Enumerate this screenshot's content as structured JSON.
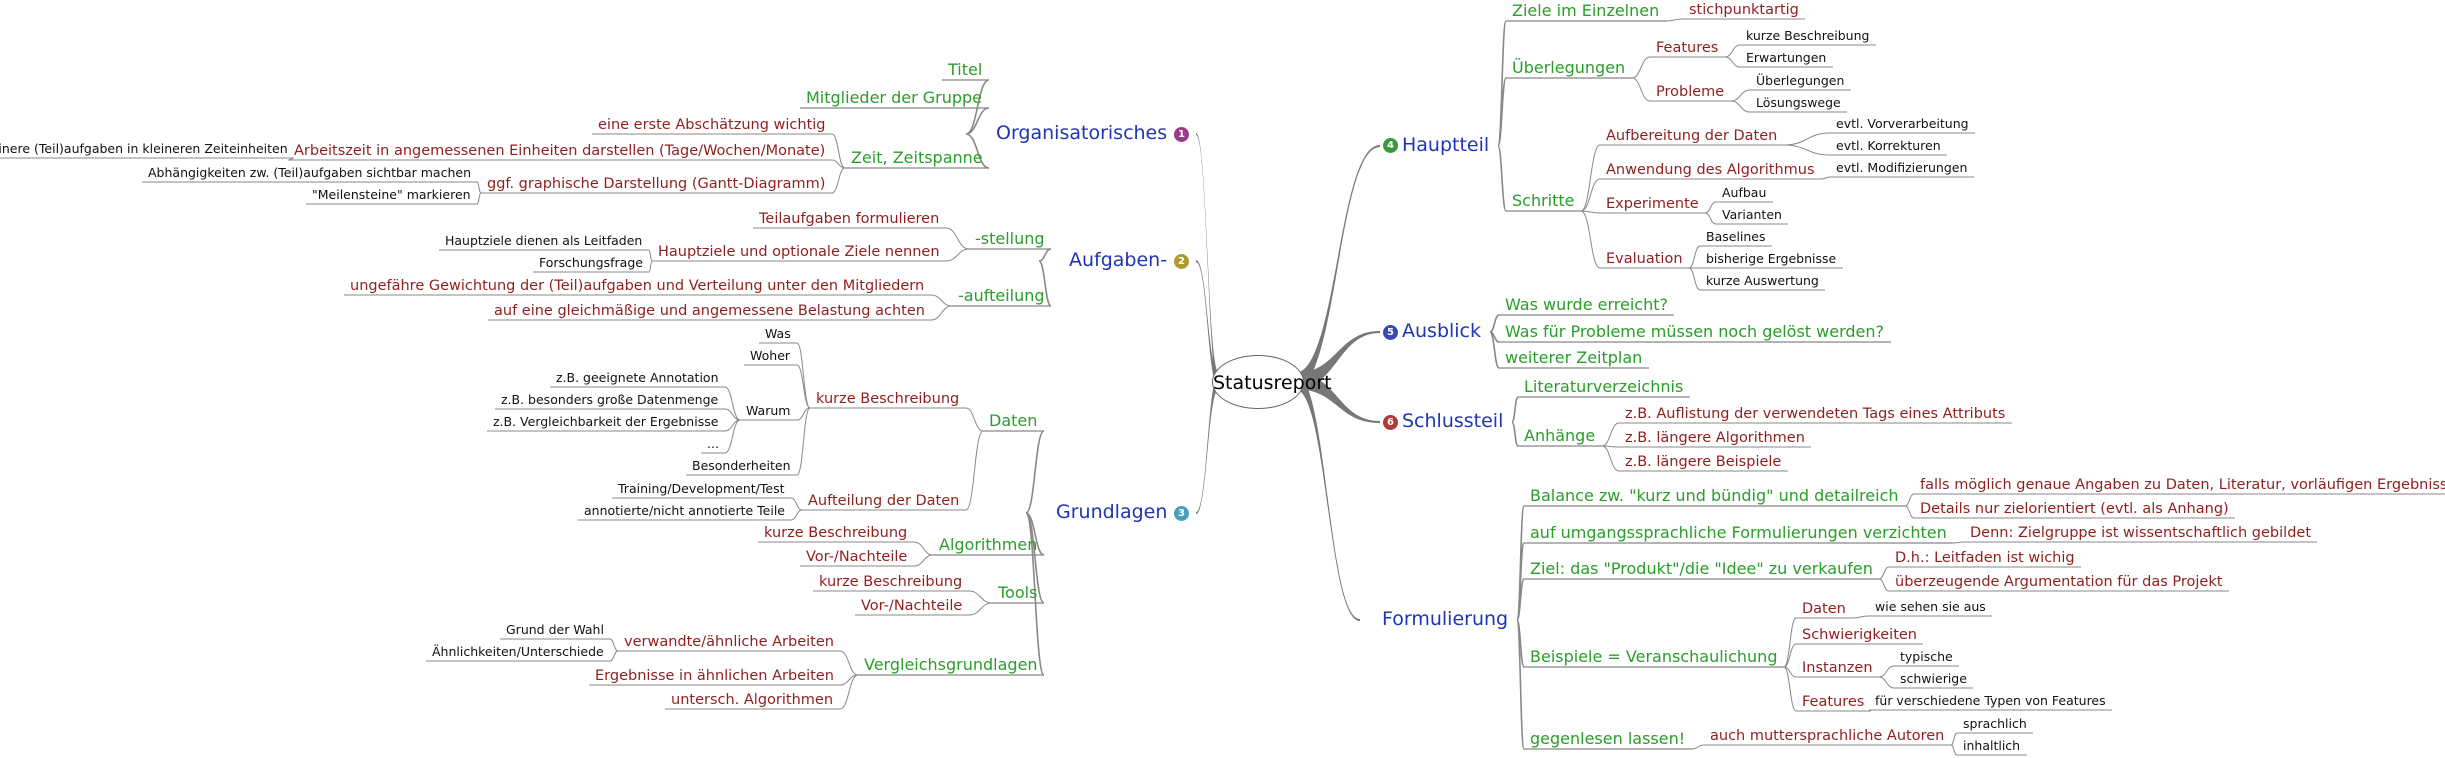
{
  "root": "Statusreport",
  "colors": {
    "l1": "#1f35b5",
    "l2": "#2a9d2a",
    "l3": "#8f1f1f",
    "l4": "#111111",
    "branch": "#888888"
  },
  "badges": [
    {
      "id": "hauptteil",
      "text": "4",
      "color": "#3a9a3a"
    },
    {
      "id": "organisatorisches",
      "text": "1",
      "color": "#9a3a8a"
    },
    {
      "id": "aufgaben",
      "text": "2",
      "color": "#b09a30"
    },
    {
      "id": "grundlagen",
      "text": "3",
      "color": "#4aa0b8"
    },
    {
      "id": "ausblick",
      "text": "5",
      "color": "#3a4ab0"
    },
    {
      "id": "schlussteil",
      "text": "6",
      "color": "#b03a3a"
    }
  ],
  "nodes": [
    {
      "id": "hauptteil",
      "text": "Hauptteil",
      "lvl": 1
    },
    {
      "id": "h_ziele",
      "text": "Ziele im Einzelnen",
      "lvl": 2
    },
    {
      "id": "h_ziele_stich",
      "text": "stichpunktartig",
      "lvl": 3
    },
    {
      "id": "h_ueber",
      "text": "Überlegungen",
      "lvl": 2
    },
    {
      "id": "h_features",
      "text": "Features",
      "lvl": 3
    },
    {
      "id": "h_kurz",
      "text": "kurze Beschreibung",
      "lvl": 4
    },
    {
      "id": "h_erw",
      "text": "Erwartungen",
      "lvl": 4
    },
    {
      "id": "h_probleme",
      "text": "Probleme",
      "lvl": 3
    },
    {
      "id": "h_ueber2",
      "text": "Überlegungen",
      "lvl": 4
    },
    {
      "id": "h_loes",
      "text": "Lösungswege",
      "lvl": 4
    },
    {
      "id": "h_schritte",
      "text": "Schritte",
      "lvl": 2
    },
    {
      "id": "h_aufb",
      "text": "Aufbereitung der Daten",
      "lvl": 3
    },
    {
      "id": "h_vorver",
      "text": "evtl. Vorverarbeitung",
      "lvl": 4
    },
    {
      "id": "h_korr",
      "text": "evtl. Korrekturen",
      "lvl": 4
    },
    {
      "id": "h_anw",
      "text": "Anwendung des Algorithmus",
      "lvl": 3
    },
    {
      "id": "h_mod",
      "text": "evtl. Modifizierungen",
      "lvl": 4
    },
    {
      "id": "h_exp",
      "text": "Experimente",
      "lvl": 3
    },
    {
      "id": "h_aufbau",
      "text": "Aufbau",
      "lvl": 4
    },
    {
      "id": "h_var",
      "text": "Varianten",
      "lvl": 4
    },
    {
      "id": "h_eval",
      "text": "Evaluation",
      "lvl": 3
    },
    {
      "id": "h_base",
      "text": "Baselines",
      "lvl": 4
    },
    {
      "id": "h_bish",
      "text": "bisherige Ergebnisse",
      "lvl": 4
    },
    {
      "id": "h_kausw",
      "text": "kurze Auswertung",
      "lvl": 4
    },
    {
      "id": "ausblick",
      "text": "Ausblick",
      "lvl": 1
    },
    {
      "id": "a_err",
      "text": "Was wurde erreicht?",
      "lvl": 2
    },
    {
      "id": "a_prob",
      "text": "Was für Probleme müssen noch gelöst werden?",
      "lvl": 2
    },
    {
      "id": "a_zeit",
      "text": "weiterer Zeitplan",
      "lvl": 2
    },
    {
      "id": "schlussteil",
      "text": "Schlussteil",
      "lvl": 1
    },
    {
      "id": "s_lit",
      "text": "Literaturverzeichnis",
      "lvl": 2
    },
    {
      "id": "s_anh",
      "text": "Anhänge",
      "lvl": 2
    },
    {
      "id": "s_tags",
      "text": "z.B. Auflistung der verwendeten Tags eines Attributs",
      "lvl": 3
    },
    {
      "id": "s_alg",
      "text": "z.B. längere Algorithmen",
      "lvl": 3
    },
    {
      "id": "s_beisp",
      "text": "z.B. längere Beispiele",
      "lvl": 3
    },
    {
      "id": "formulierung",
      "text": "Formulierung",
      "lvl": 1
    },
    {
      "id": "f_bal",
      "text": "Balance zw. \"kurz und bündig\" und detailreich",
      "lvl": 2
    },
    {
      "id": "f_bal1",
      "text": "falls möglich genaue Angaben zu Daten, Literatur, vorläufigen Ergebnissen",
      "lvl": 3
    },
    {
      "id": "f_bal2",
      "text": "Details nur zielorientiert (evtl. als Anhang)",
      "lvl": 3
    },
    {
      "id": "f_umg",
      "text": "auf umgangssprachliche Formulierungen verzichten",
      "lvl": 2
    },
    {
      "id": "f_umg1",
      "text": "Denn: Zielgruppe ist wissentschaftlich gebildet",
      "lvl": 3
    },
    {
      "id": "f_ziel",
      "text": "Ziel: das \"Produkt\"/die \"Idee\" zu verkaufen",
      "lvl": 2
    },
    {
      "id": "f_ziel1",
      "text": "D.h.: Leitfaden ist wichig",
      "lvl": 3
    },
    {
      "id": "f_ziel2",
      "text": "überzeugende Argumentation für das Projekt",
      "lvl": 3
    },
    {
      "id": "f_beisp",
      "text": "Beispiele = Veranschaulichung",
      "lvl": 2
    },
    {
      "id": "f_daten",
      "text": "Daten",
      "lvl": 3
    },
    {
      "id": "f_wie",
      "text": "wie sehen sie aus",
      "lvl": 4
    },
    {
      "id": "f_schw",
      "text": "Schwierigkeiten",
      "lvl": 3
    },
    {
      "id": "f_inst",
      "text": "Instanzen",
      "lvl": 3
    },
    {
      "id": "f_typ",
      "text": "typische",
      "lvl": 4
    },
    {
      "id": "f_schwierig",
      "text": "schwierige",
      "lvl": 4
    },
    {
      "id": "f_feat",
      "text": "Features",
      "lvl": 3
    },
    {
      "id": "f_verschied",
      "text": "für verschiedene Typen von Features",
      "lvl": 4
    },
    {
      "id": "f_gegen",
      "text": "gegenlesen lassen!",
      "lvl": 2
    },
    {
      "id": "f_mutter",
      "text": "auch muttersprachliche Autoren",
      "lvl": 3
    },
    {
      "id": "f_sprach",
      "text": "sprachlich",
      "lvl": 4
    },
    {
      "id": "f_inhalt",
      "text": "inhaltlich",
      "lvl": 4
    },
    {
      "id": "organisatorisches",
      "text": "Organisatorisches",
      "lvl": 1
    },
    {
      "id": "o_titel",
      "text": "Titel",
      "lvl": 2
    },
    {
      "id": "o_mitgl",
      "text": "Mitglieder der Gruppe",
      "lvl": 2
    },
    {
      "id": "o_zeit",
      "text": "Zeit, Zeitspanne",
      "lvl": 2
    },
    {
      "id": "o_absch",
      "text": "eine erste Abschätzung wichtig",
      "lvl": 3
    },
    {
      "id": "o_arbeits",
      "text": "Arbeitszeit in angemessenen Einheiten darstellen (Tage/Wochen/Monate)",
      "lvl": 3
    },
    {
      "id": "o_klein",
      "text": "kleinere (Teil)aufgaben in kleineren Zeiteinheiten",
      "lvl": 4
    },
    {
      "id": "o_gantt",
      "text": "ggf. graphische Darstellung (Gantt-Diagramm)",
      "lvl": 3
    },
    {
      "id": "o_abh",
      "text": "Abhängigkeiten zw. (Teil)aufgaben sichtbar machen",
      "lvl": 4
    },
    {
      "id": "o_meil",
      "text": "\"Meilensteine\" markieren",
      "lvl": 4
    },
    {
      "id": "aufgaben",
      "text": "Aufgaben-",
      "lvl": 1
    },
    {
      "id": "au_stell",
      "text": "-stellung",
      "lvl": 2
    },
    {
      "id": "au_teil",
      "text": "Teilaufgaben formulieren",
      "lvl": 3
    },
    {
      "id": "au_haupt",
      "text": "Hauptziele und optionale Ziele nennen",
      "lvl": 3
    },
    {
      "id": "au_leit",
      "text": "Hauptziele dienen als Leitfaden",
      "lvl": 4
    },
    {
      "id": "au_forsch",
      "text": "Forschungsfrage",
      "lvl": 4
    },
    {
      "id": "au_aufteil",
      "text": "-aufteilung",
      "lvl": 2
    },
    {
      "id": "au_gew",
      "text": "ungefähre Gewichtung der (Teil)aufgaben und Verteilung unter den Mitgliedern",
      "lvl": 3
    },
    {
      "id": "au_gleich",
      "text": "auf eine gleichmäßige und angemessene Belastung achten",
      "lvl": 3
    },
    {
      "id": "grundlagen",
      "text": "Grundlagen",
      "lvl": 1
    },
    {
      "id": "g_daten",
      "text": "Daten",
      "lvl": 2
    },
    {
      "id": "g_kurz",
      "text": "kurze Beschreibung",
      "lvl": 3
    },
    {
      "id": "g_was",
      "text": "Was",
      "lvl": 4
    },
    {
      "id": "g_woher",
      "text": "Woher",
      "lvl": 4
    },
    {
      "id": "g_warum",
      "text": "Warum",
      "lvl": 4
    },
    {
      "id": "g_annot",
      "text": "z.B. geeignete Annotation",
      "lvl": 4
    },
    {
      "id": "g_gross",
      "text": "z.B. besonders große Datenmenge",
      "lvl": 4
    },
    {
      "id": "g_vergl",
      "text": "z.B. Vergleichbarkeit der Ergebnisse",
      "lvl": 4
    },
    {
      "id": "g_dots",
      "text": "...",
      "lvl": 4
    },
    {
      "id": "g_bes",
      "text": "Besonderheiten",
      "lvl": 4
    },
    {
      "id": "g_aufteil",
      "text": "Aufteilung der Daten",
      "lvl": 3
    },
    {
      "id": "g_train",
      "text": "Training/Development/Test",
      "lvl": 4
    },
    {
      "id": "g_annot2",
      "text": "annotierte/nicht annotierte Teile",
      "lvl": 4
    },
    {
      "id": "g_alg",
      "text": "Algorithmen",
      "lvl": 2
    },
    {
      "id": "g_alg_kurz",
      "text": "kurze Beschreibung",
      "lvl": 3
    },
    {
      "id": "g_alg_vor",
      "text": "Vor-/Nachteile",
      "lvl": 3
    },
    {
      "id": "g_tools",
      "text": "Tools",
      "lvl": 2
    },
    {
      "id": "g_tools_kurz",
      "text": "kurze Beschreibung",
      "lvl": 3
    },
    {
      "id": "g_tools_vor",
      "text": "Vor-/Nachteile",
      "lvl": 3
    },
    {
      "id": "g_vg",
      "text": "Vergleichsgrundlagen",
      "lvl": 2
    },
    {
      "id": "g_verw",
      "text": "verwandte/ähnliche Arbeiten",
      "lvl": 3
    },
    {
      "id": "g_grund",
      "text": "Grund der Wahl",
      "lvl": 4
    },
    {
      "id": "g_aehn",
      "text": "Ähnlichkeiten/Unterschiede",
      "lvl": 4
    },
    {
      "id": "g_erg",
      "text": "Ergebnisse in ähnlichen Arbeiten",
      "lvl": 3
    },
    {
      "id": "g_unt",
      "text": "untersch. Algorithmen",
      "lvl": 3
    }
  ]
}
